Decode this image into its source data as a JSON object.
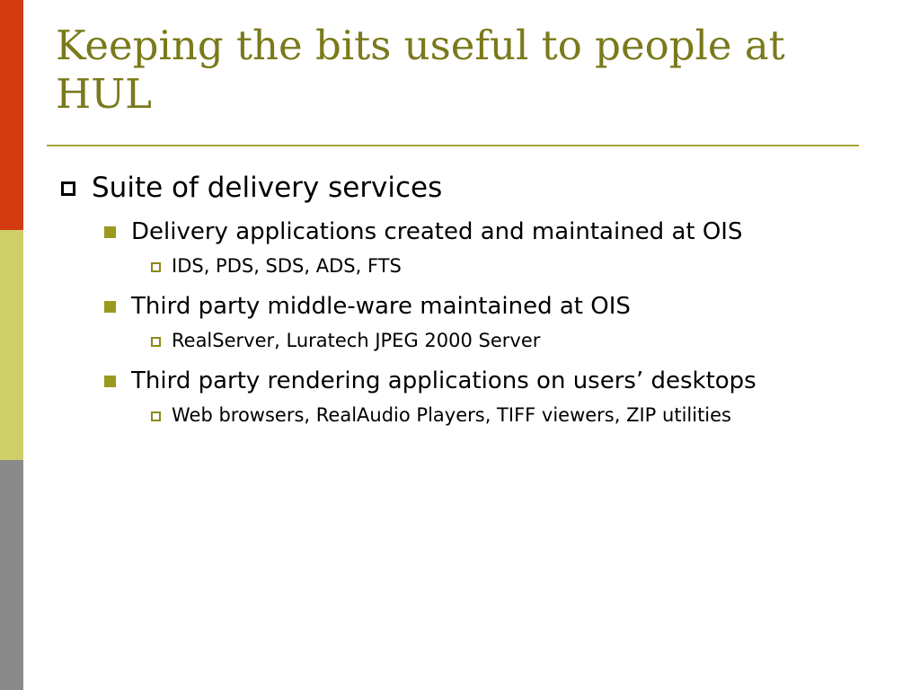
{
  "slide": {
    "title": "Keeping the bits useful to people at HUL",
    "colors": {
      "title": "#7a7a1c",
      "rule": "#a9a33c",
      "side_red": "#d23a10",
      "side_olive": "#cfcf6a",
      "side_gray": "#8a8a8a",
      "bullet_level2": "#9a9a1e",
      "bullet_level3": "#8a8a18"
    },
    "bullets": [
      {
        "level": 1,
        "text": "Suite of delivery services"
      },
      {
        "level": 2,
        "text": "Delivery applications created and maintained at OIS"
      },
      {
        "level": 3,
        "text": "IDS, PDS, SDS, ADS, FTS"
      },
      {
        "level": 2,
        "text": "Third party middle-ware maintained at OIS"
      },
      {
        "level": 3,
        "text": "RealServer, Luratech JPEG 2000 Server"
      },
      {
        "level": 2,
        "text": "Third party rendering applications on users’ desktops"
      },
      {
        "level": 3,
        "text": "Web browsers, RealAudio Players, TIFF viewers, ZIP utilities"
      }
    ]
  }
}
